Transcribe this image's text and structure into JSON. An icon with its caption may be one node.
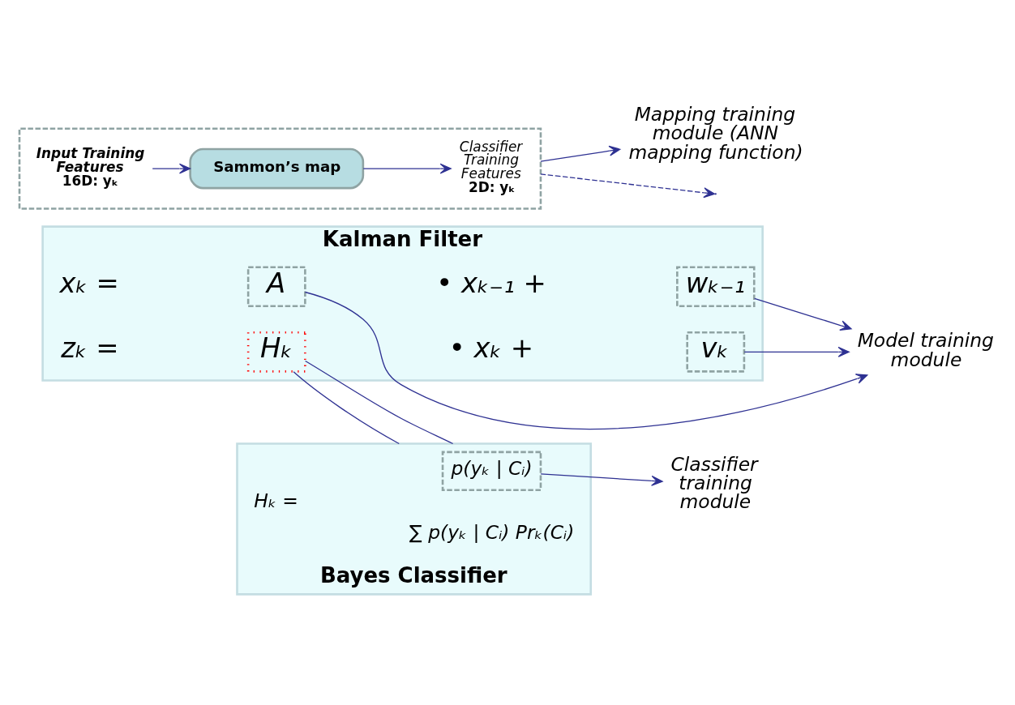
{
  "diagram": {
    "nodes": [
      {
        "text": [
          "Kalman Filter"
        ]
      },
      {
        "text": [
          "A"
        ],
        "in": 0
      },
      {
        "text": [
          "wₖ₋₁"
        ],
        "in": 0
      },
      {
        "text": [
          "Hₖ"
        ],
        "in": 0
      },
      {
        "text": [
          "vₖ"
        ],
        "in": 0
      },
      {
        "text": [
          "Model training module"
        ]
      },
      {
        "text": [
          "Bayes Classifier"
        ]
      },
      {
        "text": [],
        "shape": "box"
      },
      {
        "text": [
          "Input Training Features",
          "16D: yₖ"
        ],
        "in": 7
      },
      {
        "text": [
          "Sammon’s map"
        ],
        "in": 7
      },
      {
        "text": [
          "Classifier Training Features",
          "2D: yₖ"
        ],
        "in": 7
      },
      {
        "text": [
          "p(yₖ | Cᵢ)"
        ],
        "in": 6
      },
      {
        "text": [
          "Mapping training module (ANN mapping function)"
        ]
      },
      {
        "text": [
          "Classifier training module"
        ]
      }
    ],
    "edges": [
      {
        "from": 1,
        "to": 5,
        "arrow": "to"
      },
      {
        "from": 2,
        "to": 5,
        "arrow": "to"
      },
      {
        "from": 4,
        "to": 5,
        "arrow": "to"
      },
      {
        "from": 3,
        "to": 6,
        "arrow": "none"
      },
      {
        "from": 3,
        "to": 6,
        "arrow": "none"
      },
      {
        "from": 8,
        "to": 9,
        "arrow": "to"
      },
      {
        "from": 9,
        "to": 10,
        "arrow": "to"
      },
      {
        "from": 7,
        "to": 12,
        "arrow": "to"
      },
      {
        "from": 11,
        "to": 13,
        "arrow": "to"
      },
      {
        "from": 7,
        "to": null,
        "arrow": "to",
        "style": "dashed"
      }
    ],
    "labels": [
      "xₖ =",
      "• xₖ₋₁ +",
      "zₖ =",
      "• xₖ +",
      "Hₖ =",
      "∑ p(yₖ | Cᵢ) Prₖ(Cᵢ)"
    ]
  }
}
